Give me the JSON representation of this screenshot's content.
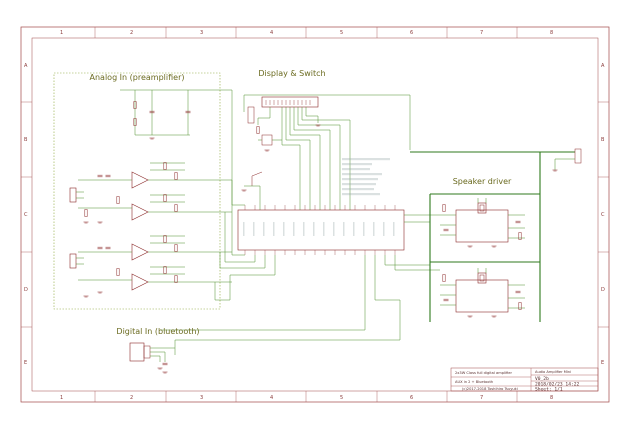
{
  "frame": {
    "columns": [
      "1",
      "2",
      "3",
      "4",
      "5",
      "6",
      "7",
      "8"
    ],
    "rows": [
      "A",
      "B",
      "C",
      "D",
      "E"
    ]
  },
  "sections": {
    "analog_in": "Analog In (preamplifier)",
    "display_switch": "Display & Switch",
    "speaker_driver": "Speaker driver",
    "digital_in": "Digital In (bluetooth)"
  },
  "title_block": {
    "description_line1": "2x3W Class full digital amplifier",
    "description_line2": "AUX in 2 + Bluetooth",
    "copyright": "(c)2017-2018 Toshihiro Tsuyuki",
    "board_name": "Audio Amplifier Mini",
    "version": "V0_2b",
    "date": "2018/02/23 14:22",
    "sheet": "Sheet: 1/1"
  },
  "colors": {
    "frame": "#a04848",
    "wire": "#4f8f2c",
    "net_bold": "#2f7a1c",
    "part": "#8b2a2a",
    "section_box": "#8ea83a",
    "title_text": "#6b6b20"
  }
}
